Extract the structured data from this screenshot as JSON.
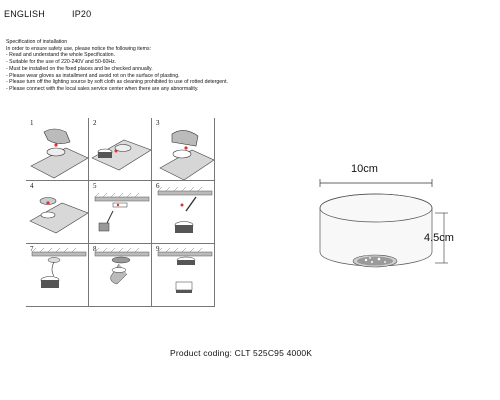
{
  "header": {
    "language": "ENGLISH",
    "rating": "IP20"
  },
  "specification": {
    "heading": "Specification of installation",
    "lines": [
      "In order to ensure safety use, please notice the following items:",
      "- Read and understand the whole Specification.",
      "- Suitable for the use of 220-240V and 50-60Hz.",
      "- Must be installed on the fixed places and be checked annually.",
      "- Please wear gloves as installment and avoid rot on the surface of plasting.",
      "- Please turn off the lighting source by soft cloth as cleaning prohibited to use of rotted detergent.",
      "- Please connect with the local sales service center when there are any abnormality."
    ]
  },
  "steps": [
    "1",
    "2",
    "3",
    "4",
    "5",
    "6",
    "7",
    "8",
    "9"
  ],
  "dimensions": {
    "width": "10cm",
    "height": "4.5cm"
  },
  "product_coding": "Product coding: CLT 525C95 4000K"
}
